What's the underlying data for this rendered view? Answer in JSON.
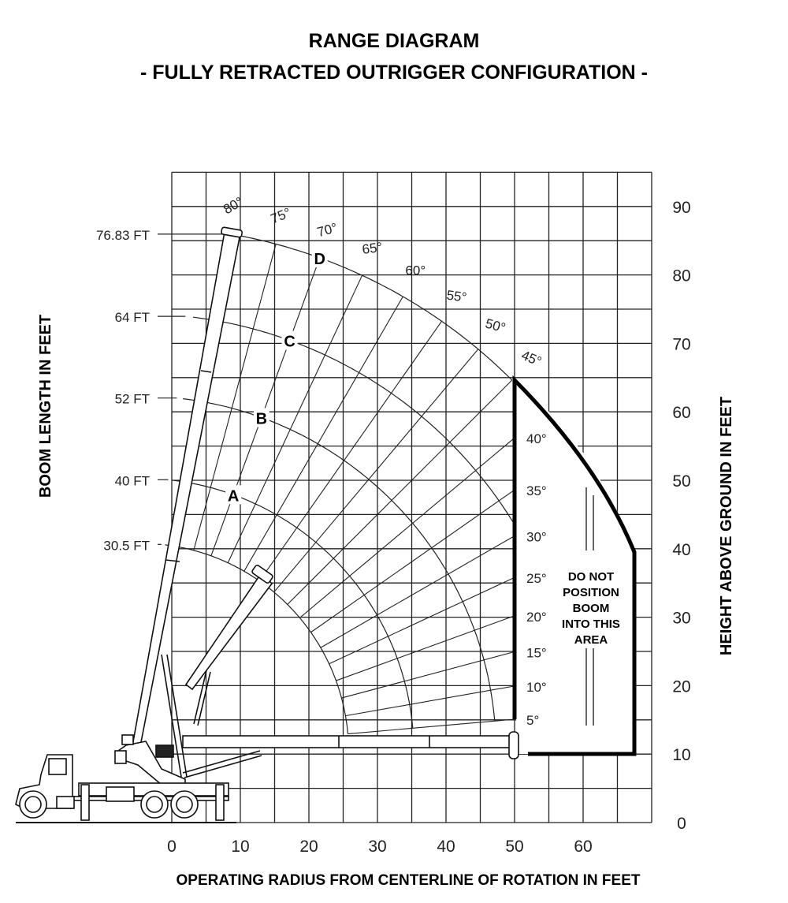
{
  "title": "RANGE DIAGRAM",
  "subtitle": "- FULLY RETRACTED OUTRIGGER CONFIGURATION -",
  "x_axis_label": "OPERATING RADIUS FROM CENTERLINE OF ROTATION IN FEET",
  "left_axis_label": "BOOM LENGTH IN FEET",
  "right_axis_label": "HEIGHT ABOVE GROUND IN FEET",
  "x_ticks": [
    "0",
    "10",
    "20",
    "30",
    "40",
    "50",
    "60"
  ],
  "y_ticks": [
    "0",
    "10",
    "20",
    "30",
    "40",
    "50",
    "60",
    "70",
    "80",
    "90"
  ],
  "boom_lengths": [
    {
      "label": "30.5  FT",
      "length": 30.5,
      "letter": ""
    },
    {
      "label": "40  FT",
      "length": 40,
      "letter": "A"
    },
    {
      "label": "52  FT",
      "length": 52,
      "letter": "B"
    },
    {
      "label": "64  FT",
      "length": 64,
      "letter": "C"
    },
    {
      "label": "76.83  FT",
      "length": 76.83,
      "letter": "D"
    }
  ],
  "boom_angles": [
    "5°",
    "10°",
    "15°",
    "20°",
    "25°",
    "30°",
    "35°",
    "40°",
    "45°",
    "50°",
    "55°",
    "60°",
    "65°",
    "70°",
    "75°",
    "80°"
  ],
  "warning": [
    "DO NOT",
    "POSITION",
    "BOOM",
    "INTO THIS",
    "AREA"
  ],
  "x_range_ft": [
    0,
    70
  ],
  "y_range_ft": [
    0,
    95
  ],
  "max_radius_ft": 50
}
